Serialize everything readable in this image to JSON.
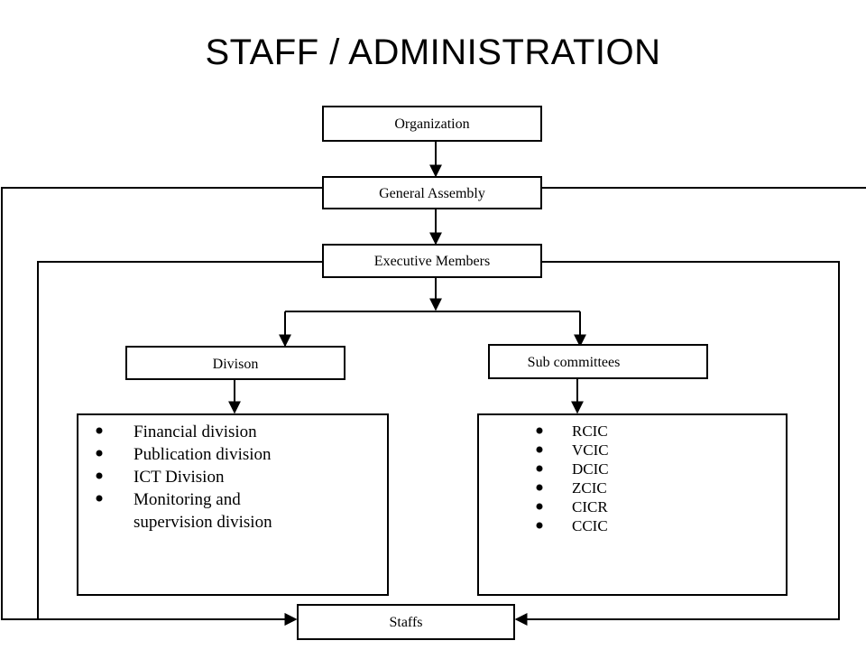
{
  "title": "STAFF / ADMINISTRATION",
  "nodes": {
    "organization": "Organization",
    "general_assembly": "General Assembly",
    "executive_members": "Executive Members",
    "division": "Divison",
    "sub_committees": "Sub committees",
    "staffs": "Staffs"
  },
  "division_items": [
    "Financial division",
    "Publication division",
    "ICT Division",
    "Monitoring and",
    "supervision division"
  ],
  "subcommittee_items": [
    "RCIC",
    "VCIC",
    "DCIC",
    "ZCIC",
    "CICR",
    "CCIC"
  ]
}
